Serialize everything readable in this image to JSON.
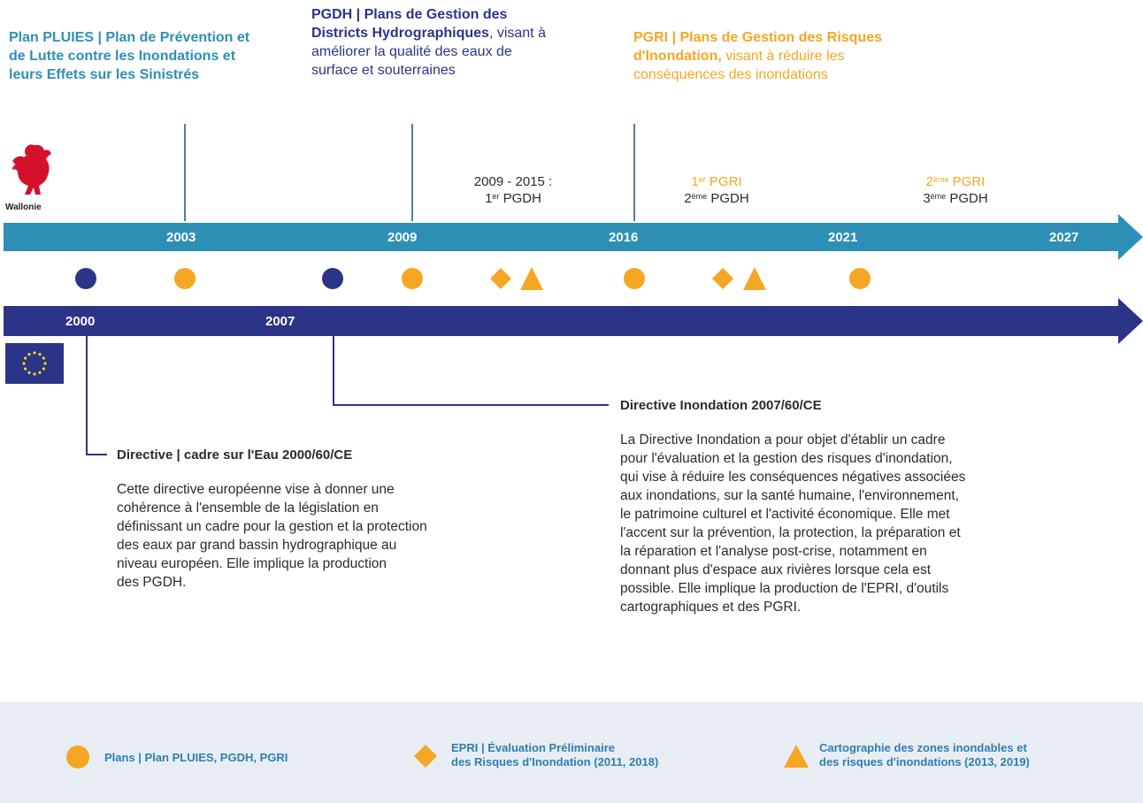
{
  "top": {
    "pluies_title": "Plan PLUIES | Plan de Prévention et de Lutte contre les Inondations et leurs Effets sur les Sinistrés",
    "pgdh_title": "PGDH | Plans de Gestion des Districts Hydrographiques",
    "pgdh_desc": ", visant à améliorer la qualité des eaux de surface et souterraines",
    "pgri_title": "PGRI | Plans de Gestion des Risques d'Inondation,",
    "pgri_desc": "visant à réduire les conséquences des inondations"
  },
  "wallonie_label": "Wallonie",
  "mid": {
    "period_label": "2009 - 2015 :",
    "first_pgdh_num": "1",
    "first_pgdh_sup": "er",
    "first_pgdh_text": " PGDH",
    "pgri1_num": "1",
    "pgri1_sup": "er",
    "pgri1_text": " PGRI",
    "pgdh2_num": "2",
    "pgdh2_sup": "ème",
    "pgdh2_text": " PGDH",
    "pgri2_num": "2",
    "pgri2_sup": "ème",
    "pgri2_text": " PGRI",
    "pgdh3_num": "3",
    "pgdh3_sup": "ème",
    "pgdh3_text": " PGDH"
  },
  "walloon_years": [
    "2003",
    "2009",
    "2016",
    "2021",
    "2027"
  ],
  "eu_years": [
    "2000",
    "2007"
  ],
  "colors": {
    "teal": "#2e8fb6",
    "navy": "#2c3488",
    "orange": "#f5a623"
  },
  "directive_eau": {
    "title": "Directive | cadre sur l'Eau 2000/60/CE",
    "body": [
      "Cette directive européenne vise à donner une",
      "cohérence à l'ensemble de la législation en",
      "définissant un cadre pour la gestion et la protection",
      "des eaux par grand bassin hydrographique au",
      "niveau européen. Elle implique la production",
      "des PGDH."
    ]
  },
  "directive_inondation": {
    "title": "Directive Inondation 2007/60/CE",
    "body": [
      "La Directive Inondation a pour objet d'établir un cadre",
      "pour l'évaluation et la gestion des risques d'inondation,",
      "qui vise à réduire les conséquences négatives associées",
      "aux inondations, sur la santé humaine, l'environnement,",
      "le patrimoine culturel et l'activité économique. Elle met",
      "l'accent sur la prévention, la protection, la préparation et",
      "la réparation et l'analyse post-crise, notamment en",
      "donnant plus d'espace aux rivières lorsque cela est",
      "possible. Elle implique la production de l'EPRI, d'outils",
      "cartographiques et des PGRI."
    ]
  },
  "legend": {
    "plans": "Plans | Plan PLUIES, PGDH, PGRI",
    "epri_line1": "EPRI | Évaluation Préliminaire",
    "epri_line2": "des Risques d'Inondation (2011, 2018)",
    "carto_line1": "Cartographie des zones inondables et",
    "carto_line2": "des risques d'inondations (2013, 2019)"
  },
  "icons": [
    "rooster-logo-icon",
    "eu-flag-icon",
    "circle-icon",
    "diamond-icon",
    "triangle-icon"
  ]
}
